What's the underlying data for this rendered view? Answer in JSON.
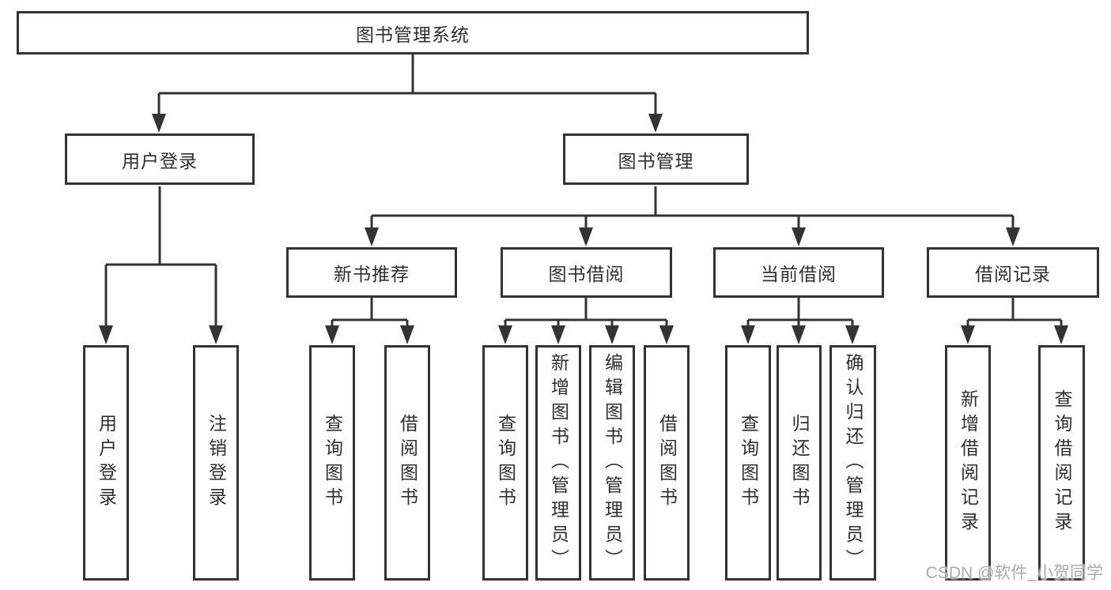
{
  "colors": {
    "line": "#333333",
    "box_border": "#333333",
    "text": "#2f2f2f",
    "watermark": "#ababab",
    "background": "#ffffff"
  },
  "tree": {
    "label": "图书管理系统",
    "children": [
      {
        "label": "用户登录",
        "children": [
          {
            "label": "用户登录"
          },
          {
            "label": "注销登录"
          }
        ]
      },
      {
        "label": "图书管理",
        "children": [
          {
            "label": "新书推荐",
            "children": [
              {
                "label": "查询图书"
              },
              {
                "label": "借阅图书"
              }
            ]
          },
          {
            "label": "图书借阅",
            "children": [
              {
                "label": "查询图书"
              },
              {
                "label": "新增图书（管理员）"
              },
              {
                "label": "编辑图书（管理员）"
              },
              {
                "label": "借阅图书"
              }
            ]
          },
          {
            "label": "当前借阅",
            "children": [
              {
                "label": "查询图书"
              },
              {
                "label": "归还图书"
              },
              {
                "label": "确认归还（管理员）"
              }
            ]
          },
          {
            "label": "借阅记录",
            "children": [
              {
                "label": "新增借阅记录"
              },
              {
                "label": "查询借阅记录"
              }
            ]
          }
        ]
      }
    ]
  },
  "watermark": {
    "text": "CSDN @软件_小贺同学"
  }
}
